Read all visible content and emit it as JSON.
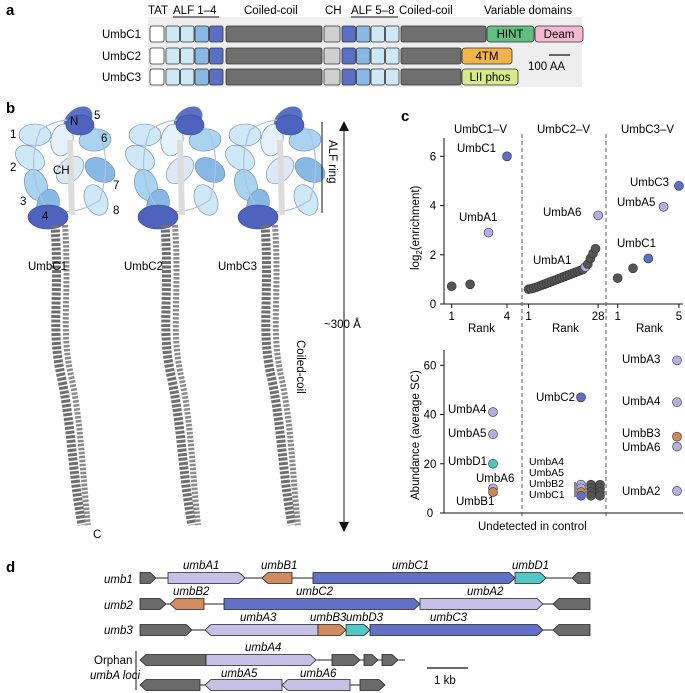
{
  "panel_labels": [
    "a",
    "b",
    "c",
    "d"
  ],
  "panel_a": {
    "headers": {
      "tat": "TAT",
      "alf14": "ALF 1–4",
      "coiled1": "Coiled-coil",
      "ch": "CH",
      "alf58": "ALF 5–8",
      "coiled2": "Coiled-coil",
      "variable": "Variable domains"
    },
    "proteins": [
      "UmbC1",
      "UmbC2",
      "UmbC3"
    ],
    "domains": {
      "hint": "HINT",
      "deam": "Deam",
      "tm4": "4TM",
      "liiphos": "LII phos"
    },
    "scale_bar": "100 AA",
    "colors": {
      "alf_light": "#cfe8f6",
      "alf_mid": "#88b8e4",
      "alf_dark": "#5b6fc4",
      "coil": "#6f6f6f",
      "hint": "#5fbf7f",
      "deam": "#f3b9d0",
      "tm4": "#f0b44a",
      "liiphos": "#d8ea8a",
      "bg": "#eeeeee"
    }
  },
  "panel_b": {
    "structures": [
      "UmbC1",
      "UmbC2",
      "UmbC3"
    ],
    "alf_numbers": [
      "1",
      "2",
      "3",
      "4",
      "5",
      "6",
      "7",
      "8"
    ],
    "labels": {
      "n_term": "N",
      "c_term": "C",
      "ch": "CH",
      "alf_ring": "ALF ring",
      "length": "~300 Å",
      "coiled": "Coiled-coil"
    }
  },
  "panel_c": {
    "column_titles": [
      "UmbC1–V",
      "UmbC2–V",
      "UmbC3–V"
    ],
    "top_ylabel": "log2(enrichment)",
    "top_ylabel_main": "log",
    "top_ylabel_sub": "2",
    "top_ylabel_rest": "(enrichment)",
    "bottom_ylabel": "Abundance (average SC)",
    "rank_label": "Rank",
    "undetected": "Undetected in control",
    "colors": {
      "grey": "#555555",
      "lavender": "#b4afe0",
      "blue": "#5d6fc8",
      "teal": "#4cc7c2",
      "orange": "#cf8754"
    }
  },
  "chart_data": [
    {
      "type": "scatter",
      "panel": "c-top-UmbC1–V",
      "title": "UmbC1–V",
      "ylabel": "log2(enrichment)",
      "xlabel": "Rank",
      "ylim": [
        0,
        6.5
      ],
      "yticks": [
        0,
        2,
        4,
        6
      ],
      "xticks": [
        1,
        4
      ],
      "xlim": [
        0.8,
        4.6
      ],
      "points": [
        {
          "x": 1,
          "y": 0.72,
          "color": "grey"
        },
        {
          "x": 2,
          "y": 0.8,
          "color": "grey"
        },
        {
          "x": 3,
          "y": 2.9,
          "color": "lavender",
          "label": "UmbA1"
        },
        {
          "x": 4,
          "y": 6.0,
          "color": "blue",
          "label": "UmbC1"
        }
      ]
    },
    {
      "type": "scatter",
      "panel": "c-top-UmbC2–V",
      "title": "UmbC2–V",
      "ylabel": "log2(enrichment)",
      "xlabel": "Rank",
      "ylim": [
        0,
        6.5
      ],
      "xticks": [
        1,
        28
      ],
      "xlim": [
        0,
        29.5
      ],
      "points": [
        {
          "x": 1,
          "y": 0.6,
          "color": "grey"
        },
        {
          "x": 2,
          "y": 0.62,
          "color": "grey"
        },
        {
          "x": 3,
          "y": 0.65,
          "color": "grey"
        },
        {
          "x": 4,
          "y": 0.68,
          "color": "grey"
        },
        {
          "x": 5,
          "y": 0.72,
          "color": "grey"
        },
        {
          "x": 6,
          "y": 0.76,
          "color": "grey"
        },
        {
          "x": 7,
          "y": 0.8,
          "color": "grey"
        },
        {
          "x": 8,
          "y": 0.84,
          "color": "grey"
        },
        {
          "x": 9,
          "y": 0.88,
          "color": "grey"
        },
        {
          "x": 10,
          "y": 0.92,
          "color": "grey"
        },
        {
          "x": 11,
          "y": 0.96,
          "color": "grey"
        },
        {
          "x": 12,
          "y": 1.0,
          "color": "grey"
        },
        {
          "x": 13,
          "y": 1.04,
          "color": "grey"
        },
        {
          "x": 14,
          "y": 1.08,
          "color": "grey"
        },
        {
          "x": 15,
          "y": 1.12,
          "color": "grey"
        },
        {
          "x": 16,
          "y": 1.16,
          "color": "grey"
        },
        {
          "x": 17,
          "y": 1.2,
          "color": "grey"
        },
        {
          "x": 18,
          "y": 1.24,
          "color": "grey"
        },
        {
          "x": 19,
          "y": 1.28,
          "color": "grey"
        },
        {
          "x": 20,
          "y": 1.32,
          "color": "grey"
        },
        {
          "x": 21,
          "y": 1.36,
          "color": "grey"
        },
        {
          "x": 22,
          "y": 1.4,
          "color": "grey"
        },
        {
          "x": 23,
          "y": 1.5,
          "color": "lavender",
          "label": "UmbA1"
        },
        {
          "x": 24,
          "y": 1.62,
          "color": "grey"
        },
        {
          "x": 25,
          "y": 1.85,
          "color": "grey"
        },
        {
          "x": 26,
          "y": 2.05,
          "color": "grey"
        },
        {
          "x": 27,
          "y": 2.25,
          "color": "grey"
        },
        {
          "x": 28,
          "y": 3.6,
          "color": "lavender",
          "label": "UmbA6"
        }
      ]
    },
    {
      "type": "scatter",
      "panel": "c-top-UmbC3–V",
      "title": "UmbC3–V",
      "ylabel": "log2(enrichment)",
      "xlabel": "Rank",
      "ylim": [
        0,
        6.5
      ],
      "xticks": [
        1,
        5
      ],
      "xlim": [
        0.5,
        5.2
      ],
      "points": [
        {
          "x": 1,
          "y": 1.05,
          "color": "grey"
        },
        {
          "x": 2,
          "y": 1.45,
          "color": "grey"
        },
        {
          "x": 3,
          "y": 1.85,
          "color": "blue",
          "label": "UmbC1"
        },
        {
          "x": 4,
          "y": 3.95,
          "color": "lavender",
          "label": "UmbA5"
        },
        {
          "x": 5,
          "y": 4.8,
          "color": "blue",
          "label": "UmbC3"
        }
      ]
    },
    {
      "type": "scatter",
      "panel": "c-bottom-UmbC1–V",
      "ylabel": "Abundance (average SC)",
      "ylim": [
        0,
        65
      ],
      "yticks": [
        0,
        20,
        40,
        60
      ],
      "points": [
        {
          "y": 41,
          "color": "lavender",
          "label": "UmbA4"
        },
        {
          "y": 32,
          "color": "lavender",
          "label": "UmbA5"
        },
        {
          "y": 20,
          "color": "teal",
          "label": "UmbD1"
        },
        {
          "y": 10,
          "color": "lavender",
          "label": "UmbA6"
        },
        {
          "y": 8.5,
          "color": "orange",
          "label": "UmbB1"
        }
      ]
    },
    {
      "type": "scatter",
      "panel": "c-bottom-UmbC2–V",
      "ylim": [
        0,
        65
      ],
      "points": [
        {
          "y": 47,
          "color": "blue",
          "label": "UmbC2"
        },
        {
          "y": 11.5,
          "color": "lavender",
          "label": "UmbA4"
        },
        {
          "y": 10,
          "color": "lavender",
          "label": "UmbA5"
        },
        {
          "y": 8.5,
          "color": "orange",
          "label": "UmbB2"
        },
        {
          "y": 7,
          "color": "blue",
          "label": "UmbC1"
        },
        {
          "y": 11.5,
          "color": "grey"
        },
        {
          "y": 10,
          "color": "grey"
        },
        {
          "y": 8.5,
          "color": "grey"
        },
        {
          "y": 7,
          "color": "grey"
        },
        {
          "y": 11.5,
          "color": "grey"
        },
        {
          "y": 10,
          "color": "grey"
        },
        {
          "y": 8.5,
          "color": "grey"
        },
        {
          "y": 7,
          "color": "grey"
        }
      ]
    },
    {
      "type": "scatter",
      "panel": "c-bottom-UmbC3–V",
      "ylim": [
        0,
        65
      ],
      "points": [
        {
          "y": 62,
          "color": "lavender",
          "label": "UmbA3"
        },
        {
          "y": 45,
          "color": "lavender",
          "label": "UmbA4"
        },
        {
          "y": 31,
          "color": "orange",
          "label": "UmbB3"
        },
        {
          "y": 27,
          "color": "lavender",
          "label": "UmbA6"
        },
        {
          "y": 9,
          "color": "lavender",
          "label": "UmbA2"
        }
      ]
    }
  ],
  "panel_d": {
    "loci": [
      "umb1",
      "umb2",
      "umb3"
    ],
    "orphan_label_1": "Orphan",
    "orphan_label_2": "umbA loci",
    "genes": {
      "umbA1": "umbA1",
      "umbB1": "umbB1",
      "umbC1": "umbC1",
      "umbD1": "umbD1",
      "umbB2": "umbB2",
      "umbC2": "umbC2",
      "umbA2": "umbA2",
      "umbA3": "umbA3",
      "umbB3": "umbB3",
      "umbD3": "umbD3",
      "umbC3": "umbC3",
      "umbA4": "umbA4",
      "umbA5": "umbA5",
      "umbA6": "umbA6"
    },
    "scale_bar": "1 kb",
    "colors": {
      "grey": "#6b6b6b",
      "lav": "#c6bfe6",
      "orange": "#d28b5e",
      "blue": "#6271c7",
      "teal": "#52c7c6"
    }
  }
}
